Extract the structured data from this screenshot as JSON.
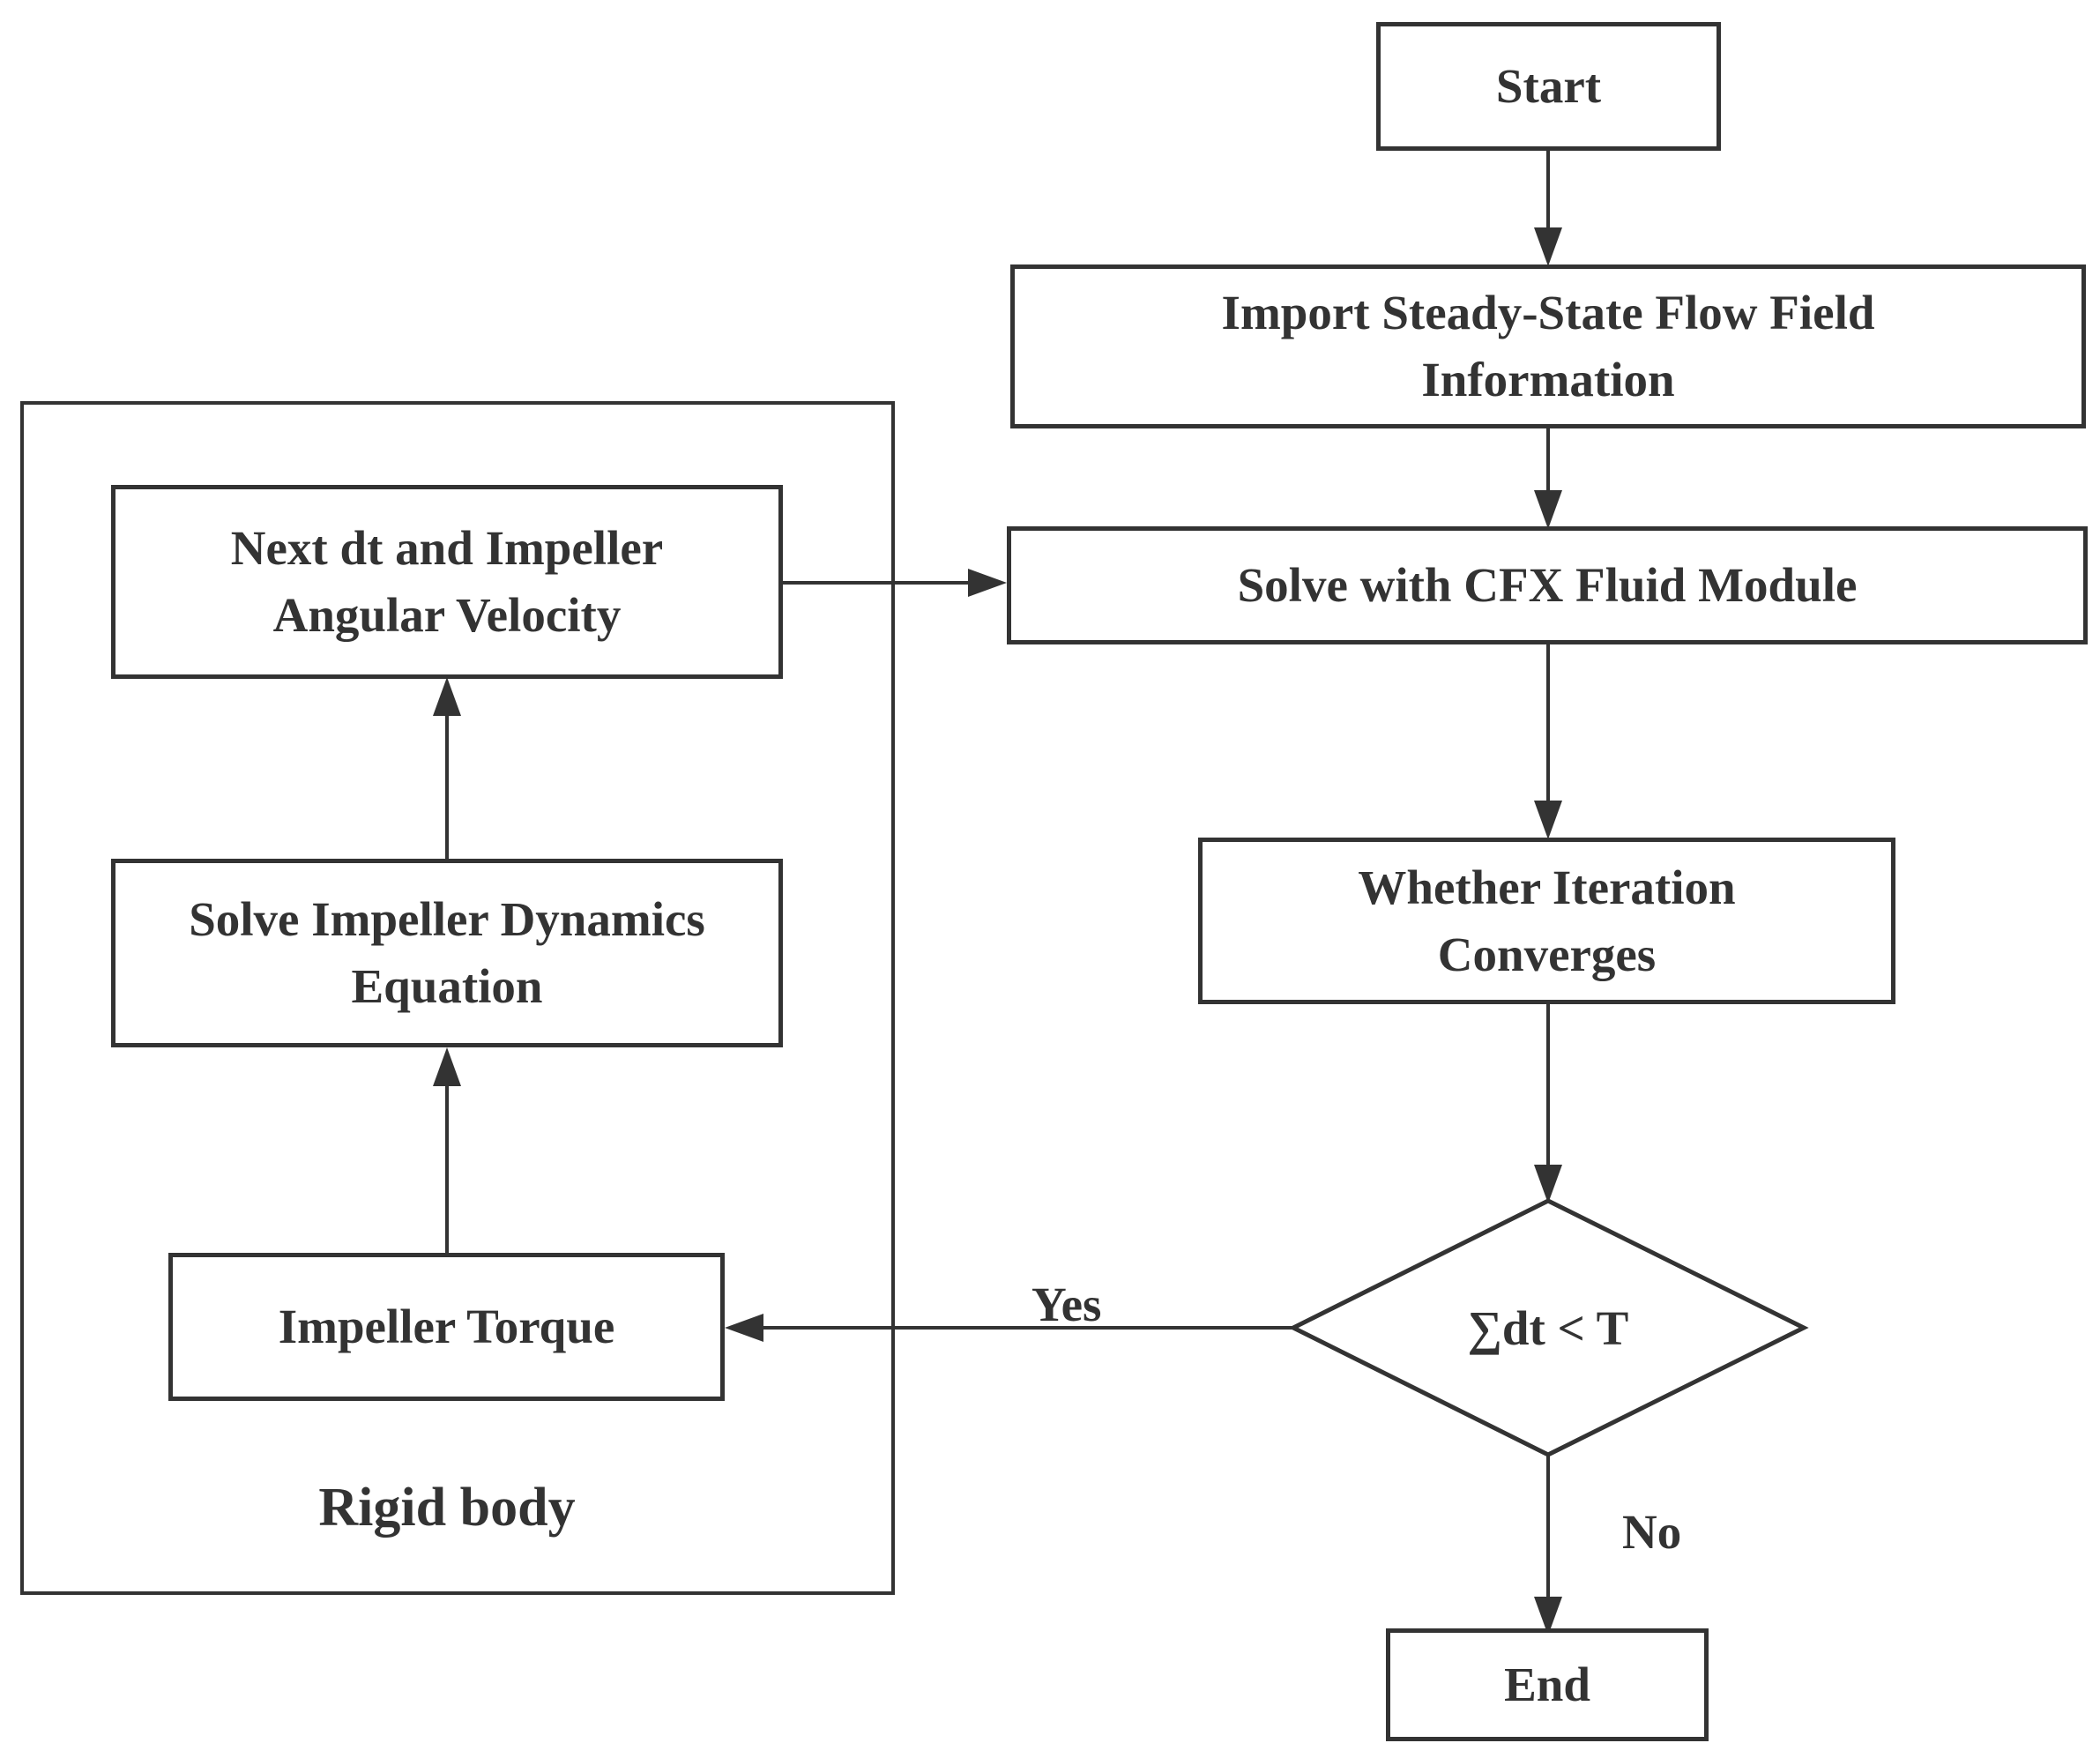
{
  "diagram": {
    "group_label": "Rigid body",
    "nodes": {
      "start": "Start",
      "import": "Import Steady-State Flow Field\nInformation",
      "solve_cfx": "Solve with CFX Fluid Module",
      "converge": "Whether Iteration\nConverges",
      "condition": "∑dt < T",
      "end": "End",
      "next_dt": "Next dt and Impeller\nAngular Velocity",
      "dynamics": "Solve Impeller Dynamics\nEquation",
      "torque": "Impeller Torque"
    },
    "edge_labels": {
      "yes": "Yes",
      "no": "No"
    },
    "colors": {
      "stroke": "#333333",
      "background": "#ffffff"
    }
  }
}
